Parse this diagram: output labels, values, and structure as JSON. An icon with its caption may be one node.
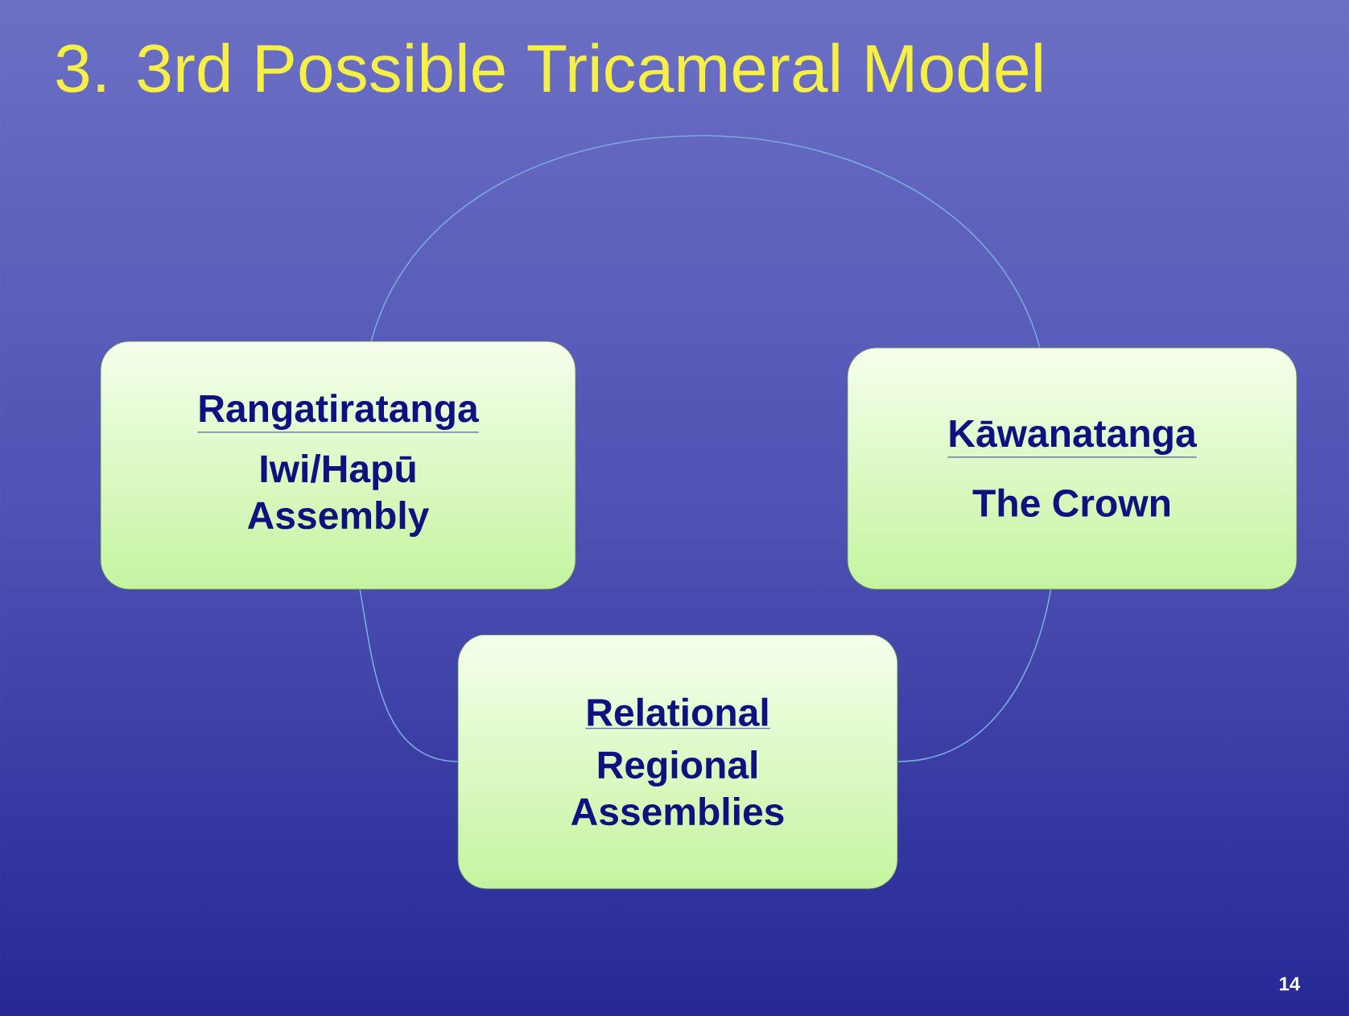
{
  "diagram": {
    "title": "3. 3rd Possible Tricameral Model",
    "nodes": [
      {
        "text": [
          "Rangatiratanga",
          "Iwi/Hapū Assembly"
        ]
      },
      {
        "text": [
          "Kāwanatanga",
          "The Crown"
        ]
      },
      {
        "text": [
          "Relational",
          "Regional Assemblies"
        ]
      }
    ],
    "edges": [
      {
        "from": 0,
        "to": 1,
        "arrow": "none"
      },
      {
        "from": 1,
        "to": 2,
        "arrow": "none"
      },
      {
        "from": 2,
        "to": 0,
        "arrow": "none"
      }
    ],
    "labels": [
      "14"
    ]
  }
}
